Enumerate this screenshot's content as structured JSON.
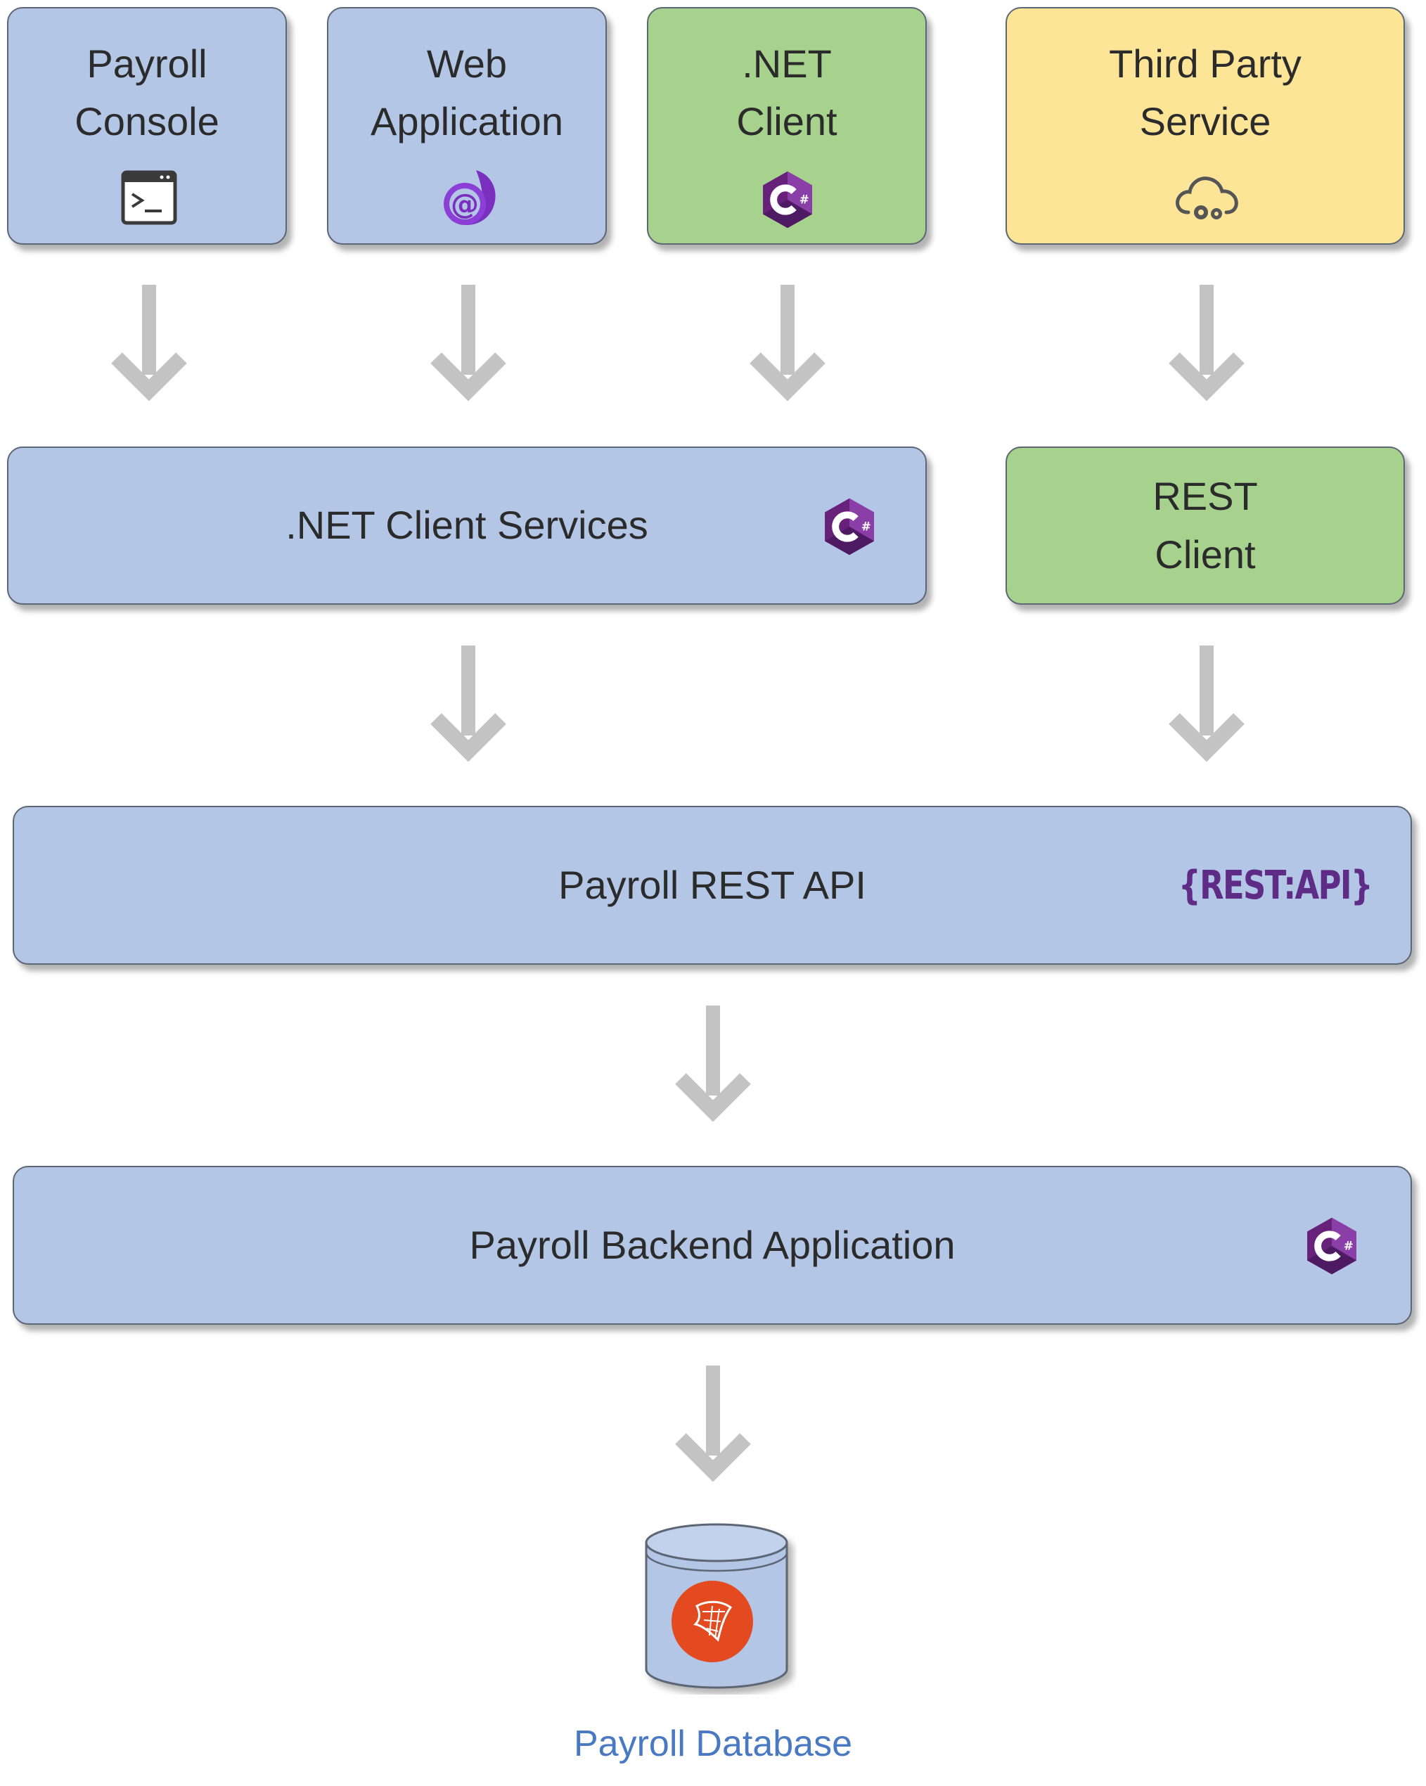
{
  "top_row": [
    {
      "id": "payroll-console",
      "lines": [
        "Payroll",
        "Console"
      ],
      "icon": "terminal-icon"
    },
    {
      "id": "web-application",
      "lines": [
        "Web",
        "Application"
      ],
      "icon": "blazor-icon"
    },
    {
      "id": "net-client",
      "lines": [
        ".NET",
        "Client"
      ],
      "icon": "csharp-icon"
    },
    {
      "id": "third-party-service",
      "lines": [
        "Third Party",
        "Service"
      ],
      "icon": "cloud-gear-icon"
    }
  ],
  "middle_row": {
    "client_services": {
      "label": ".NET Client Services",
      "icon": "csharp-icon"
    },
    "rest_client": {
      "lines": [
        "REST",
        "Client"
      ]
    }
  },
  "rest_api": {
    "label": "Payroll REST API",
    "badge": "{REST:API}"
  },
  "backend": {
    "label": "Payroll Backend Application",
    "icon": "csharp-icon"
  },
  "database": {
    "caption": "Payroll Database",
    "icon": "sql-server-icon"
  },
  "colors": {
    "blue_box": "#b4c6e6",
    "green_box": "#a7d28d",
    "yellow_box": "#fde598",
    "arrow": "#c3c3c3",
    "csharp": "#6a2a8f",
    "caption": "#4a79c4"
  }
}
